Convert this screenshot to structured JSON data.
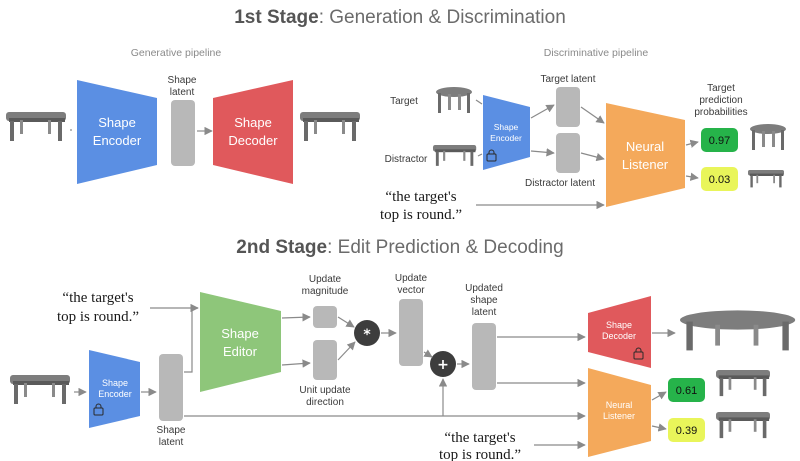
{
  "stage1": {
    "title_bold": "1st Stage",
    "title_rest": ": Generation & Discrimination",
    "generative_label": "Generative pipeline",
    "discriminative_label": "Discriminative pipeline",
    "encoder": "Shape Encoder",
    "encoder_l1": "Shape",
    "encoder_l2": "Encoder",
    "latent_l1": "Shape",
    "latent_l2": "latent",
    "decoder_l1": "Shape",
    "decoder_l2": "Decoder",
    "target": "Target",
    "distractor": "Distractor",
    "target_latent": "Target latent",
    "distractor_latent": "Distractor latent",
    "small_encoder_l1": "Shape",
    "small_encoder_l2": "Encoder",
    "listener_l1": "Neural",
    "listener_l2": "Listener",
    "prob_title_l1": "Target",
    "prob_title_l2": "prediction",
    "prob_title_l3": "probabilities",
    "prob_target": "0.97",
    "prob_distractor": "0.03",
    "utterance_l1": "“the target's",
    "utterance_l2": "top is round.”"
  },
  "stage2": {
    "title_bold": "2nd Stage",
    "title_rest": ": Edit Prediction & Decoding",
    "utterance_l1": "“the target's",
    "utterance_l2": "top is round.”",
    "editor_l1": "Shape",
    "editor_l2": "Editor",
    "update_mag_l1": "Update",
    "update_mag_l2": "magnitude",
    "unit_dir_l1": "Unit update",
    "unit_dir_l2": "direction",
    "update_vec_l1": "Update",
    "update_vec_l2": "vector",
    "updated_latent_l1": "Updated",
    "updated_latent_l2": "shape",
    "updated_latent_l3": "latent",
    "encoder_l1": "Shape",
    "encoder_l2": "Encoder",
    "latent_l1": "Shape",
    "latent_l2": "latent",
    "decoder_l1": "Shape",
    "decoder_l2": "Decoder",
    "listener_l1": "Neural",
    "listener_l2": "Listener",
    "prob_edited": "0.61",
    "prob_original": "0.39",
    "utterance2_l1": "“the target's",
    "utterance2_l2": "top is round.”",
    "multiply_symbol": "*",
    "plus_symbol": "+"
  },
  "colors": {
    "encoder_blue": "#5b8fe3",
    "decoder_red": "#e0595c",
    "editor_green": "#8ec67a",
    "listener_orange": "#f4a95b",
    "latent_gray": "#b8b8b8",
    "op_dark": "#3d3d3d",
    "prob_green": "#26b34a",
    "prob_yellow": "#e9f55a"
  }
}
